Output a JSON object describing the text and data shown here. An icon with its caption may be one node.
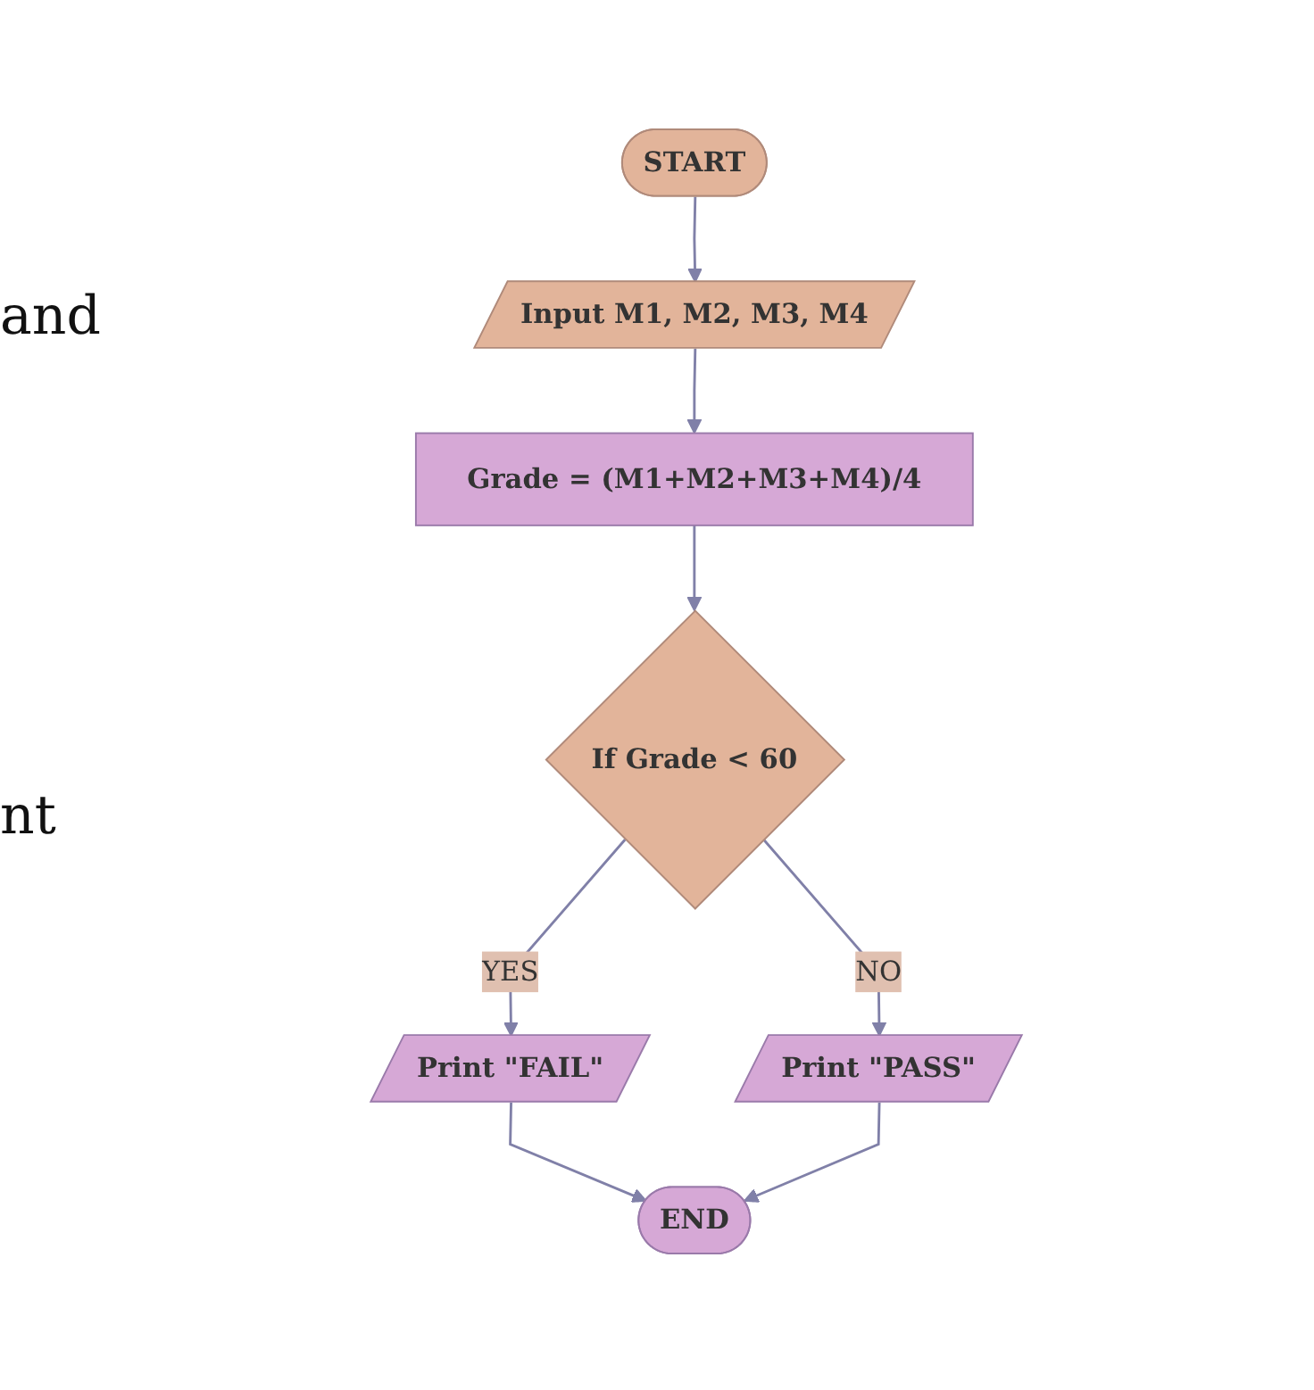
{
  "diagram": {
    "nodes": [
      {
        "text": [
          "START"
        ]
      },
      {
        "text": [
          "Input M1, M2, M3, M4"
        ]
      },
      {
        "text": [
          "Grade = (M1+M2+M3+M4)/4"
        ]
      },
      {
        "text": [
          "If Grade  < 60"
        ]
      },
      {
        "text": [
          "Print \"FAIL\""
        ]
      },
      {
        "text": [
          "Print \"PASS\""
        ]
      },
      {
        "text": [
          "END"
        ]
      }
    ],
    "edges": [
      {
        "from": 0,
        "to": 1,
        "arrow": "to"
      },
      {
        "from": 1,
        "to": 2,
        "arrow": "to"
      },
      {
        "from": 2,
        "to": 3,
        "arrow": "to"
      },
      {
        "from": 3,
        "to": 4,
        "arrow": "to",
        "label": "YES"
      },
      {
        "from": 3,
        "to": 5,
        "arrow": "to",
        "label": "NO"
      },
      {
        "from": 4,
        "to": 6,
        "arrow": "to"
      },
      {
        "from": 5,
        "to": 6,
        "arrow": "to"
      }
    ],
    "labels": [
      "and",
      "nt"
    ]
  }
}
